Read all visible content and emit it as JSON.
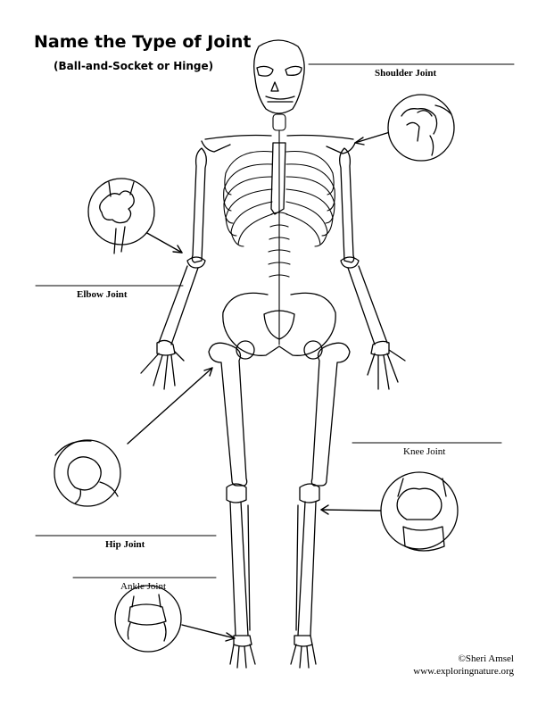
{
  "worksheet": {
    "title": "Name the Type of Joint",
    "subtitle": "(Ball-and-Socket or Hinge)"
  },
  "labels": {
    "shoulder": "Shoulder Joint",
    "elbow": "Elbow Joint",
    "knee": "Knee Joint",
    "hip": "Hip Joint",
    "ankle": "Ankle Joint"
  },
  "credit": {
    "author": "©Sheri Amsel",
    "website": "www.exploringnature.org"
  }
}
